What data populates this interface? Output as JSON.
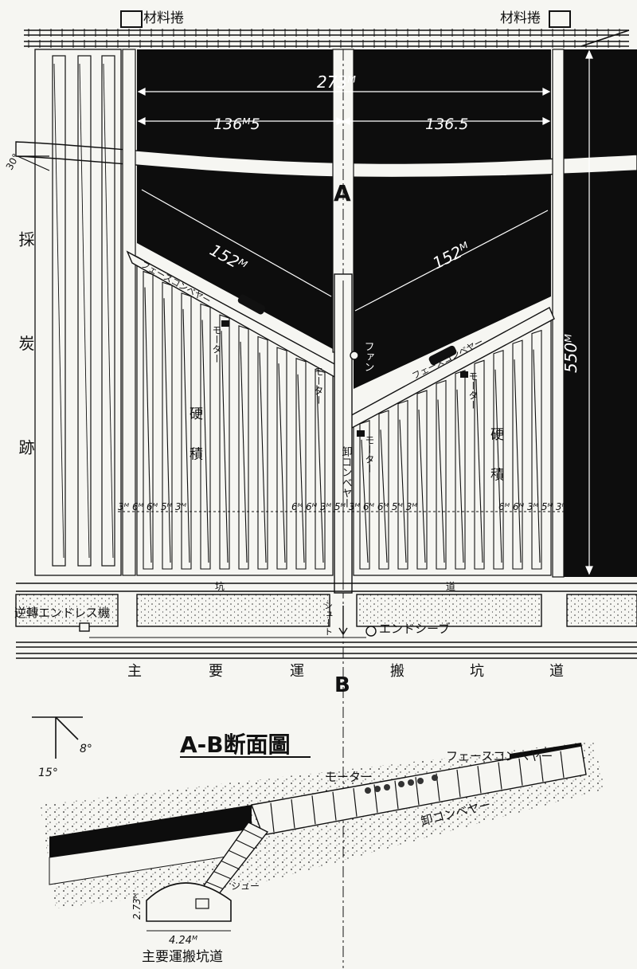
{
  "plan": {
    "storage_left": "材料捲",
    "storage_right": "材料捲",
    "width_total": "273ᴹ",
    "width_half_left": "136ᴹ5",
    "width_half_right": "136.5",
    "angle_label": "30°",
    "point_a": "A",
    "point_b": "B",
    "diag_left": "152ᴹ",
    "diag_right": "152ᴹ",
    "length_right": "550ᴹ",
    "mined_out": "採 炭 跡",
    "face_conveyor_left": "フェースコンベヤー",
    "face_conveyor_right": "フェースコンベヤー",
    "fan": "ファン",
    "motor_1": "モーター",
    "motor_2": "モーター",
    "motor_3": "モーター",
    "motor_4": "モーター",
    "filling_left": "硬 積",
    "filling_right": "硬 積",
    "unloading_conveyor": "卸コンベヤー",
    "spacing_row_left": "3ᴹ  6ᴹ 6ᴹ  5ᴹ 3ᴹ",
    "spacing_row_center": "6ᴹ 6ᴹ 3ᴹ 5ᴹ  3ᴹ  6ᴹ 6ᴹ  5ᴹ 3ᴹ",
    "spacing_row_right": "6ᴹ 6ᴹ  3ᴹ 5ᴹ  3ᴹ",
    "gangway_left": "坑",
    "gangway_right": "道",
    "chute": "シュート",
    "reversing_machine": "逆轉エンドレス機",
    "endless_sheave": "エンドシーブ",
    "main_haulage": [
      "主",
      "要",
      "運",
      "搬",
      "坑",
      "道"
    ]
  },
  "section": {
    "title": "A-B断面圖",
    "dip_small": "8°",
    "dip_large": "15°",
    "motor": "モーター",
    "face_conveyor": "フェースコンベヤー",
    "unloading_conveyor": "卸コンベヤー",
    "chute": "シュー",
    "tunnel_height": "2.73ᴹ",
    "tunnel_width": "4.24ᴹ",
    "tunnel_name": "主要運搬坑道"
  },
  "colors": {
    "ink": "#111111",
    "paper": "#f6f6f2",
    "coal": "#0d0d0d"
  }
}
